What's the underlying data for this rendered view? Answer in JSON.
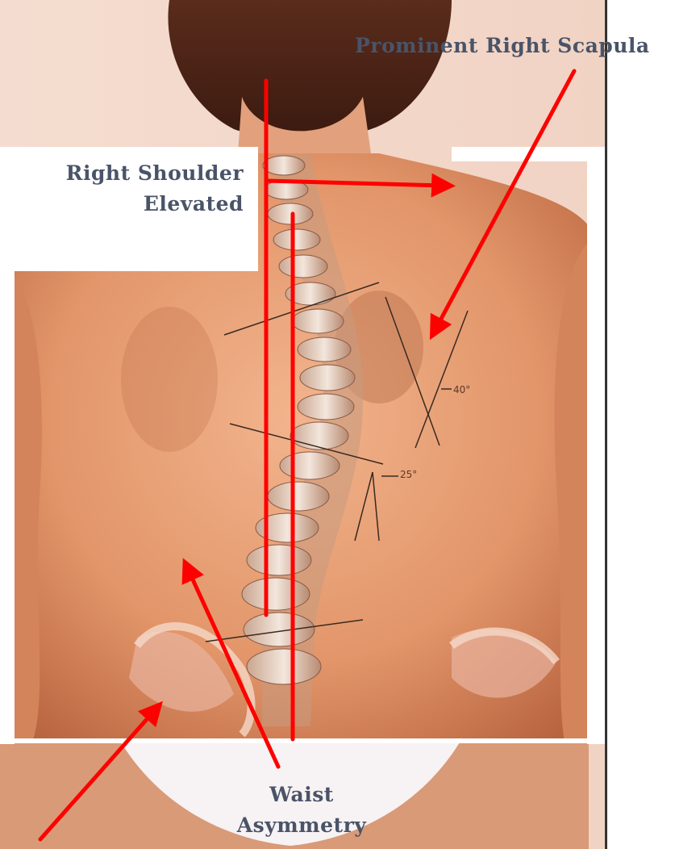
{
  "callouts": {
    "scapula": "Prominent Right Scapula",
    "shoulder_line1": "Right Shoulder",
    "shoulder_line2": "Elevated",
    "waist_line1": "Waist",
    "waist_line2": "Asymmetry"
  },
  "angles": {
    "upper": "40°",
    "lower": "25°"
  },
  "colors": {
    "arrow": "#ff0000",
    "label": "#4a5468",
    "skin": "#e9a27c",
    "panel": "#ffffff"
  }
}
